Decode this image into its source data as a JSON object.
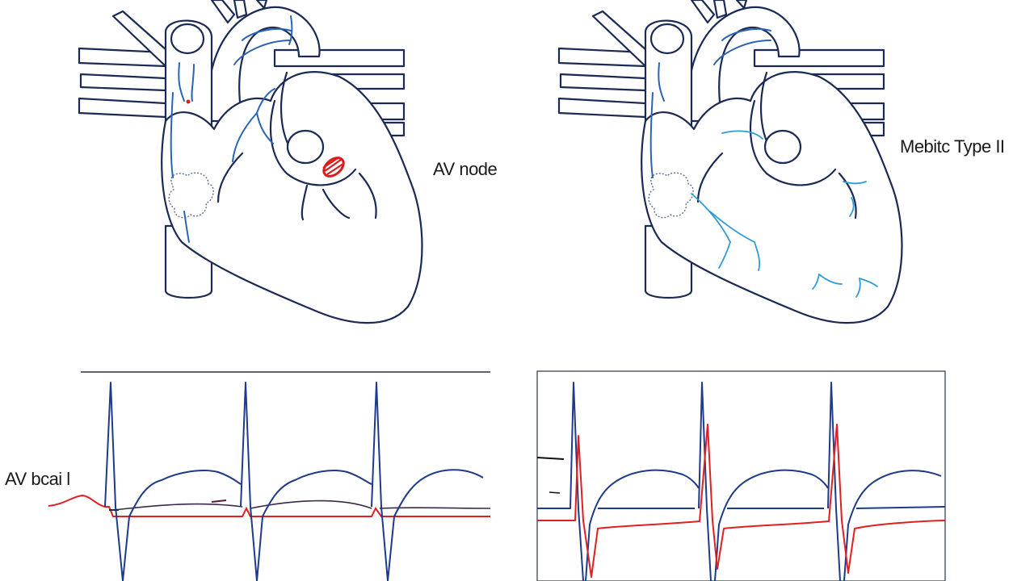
{
  "labels": {
    "left_heart": "AV node",
    "right_heart": "Mebitc Type II",
    "left_ecg": "AV bcai l"
  },
  "colors": {
    "outline": "#1b2a55",
    "conduction": "#2b63b6",
    "conduction_light": "#2f9ad6",
    "block": "#e0191b",
    "ecg_blue": "#1e3a8a",
    "ecg_red": "#e02020"
  },
  "icons": {
    "left_heart": "heart-anatomy-icon",
    "right_heart": "heart-anatomy-icon",
    "block_marker": "av-block-marker-icon"
  }
}
